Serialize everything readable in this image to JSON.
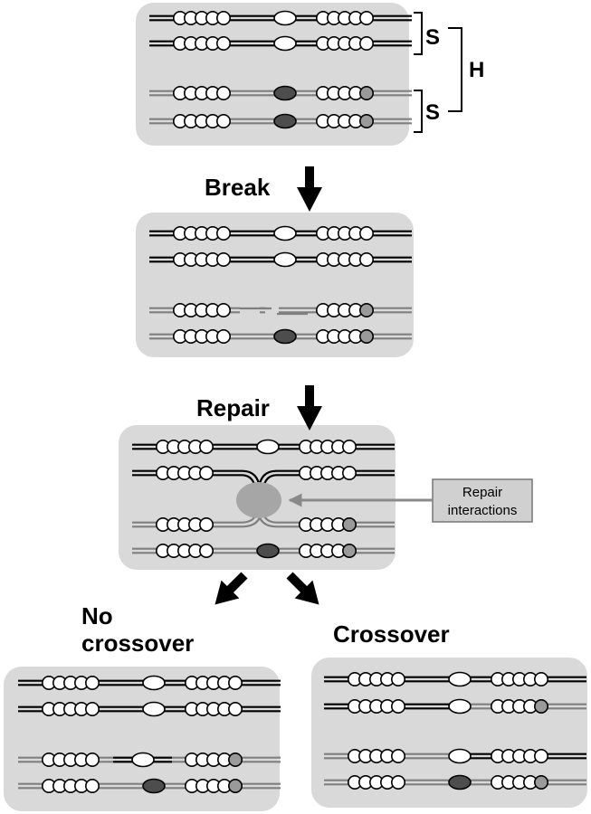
{
  "labels": {
    "sister": "S",
    "homolog": "H",
    "break": "Break",
    "repair": "Repair",
    "no_crossover_line1": "No",
    "no_crossover_line2": "crossover",
    "crossover": "Crossover",
    "callout_line1": "Repair",
    "callout_line2": "interactions"
  },
  "colors": {
    "panel": "#d9d9d9",
    "black_strand": "#000000",
    "grey_strand": "#7f7f7f",
    "white_centromere": "#ffffff",
    "dark_centromere": "#4d4d4d",
    "grey_bead": "#9a9a9a",
    "repair_blob": "#a6a6a6",
    "callout_box": "#d0d0d0"
  }
}
